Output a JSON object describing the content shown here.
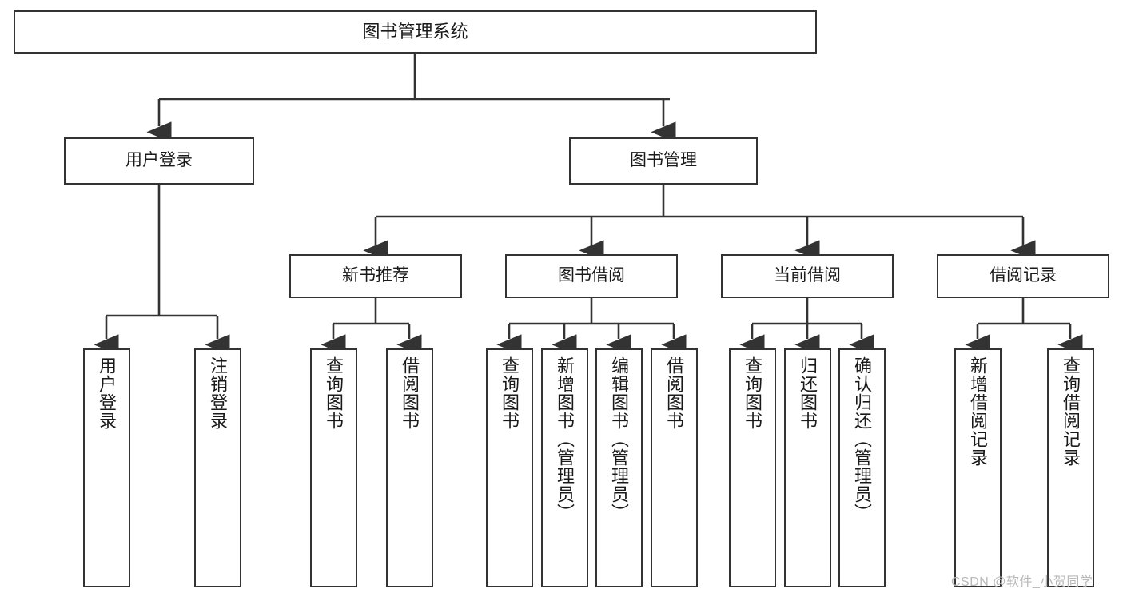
{
  "diagram": {
    "title": "图书管理系统",
    "type": "hierarchy-tree",
    "watermark": "CSDN @软件_小贺同学",
    "colors": {
      "box_border": "#333333",
      "box_fill": "#ffffff",
      "edge": "#333333",
      "text": "#1a1a1a",
      "watermark": "#b9b9b9"
    },
    "levels": {
      "root": [
        "图书管理系统"
      ],
      "level2": [
        "用户登录",
        "图书管理"
      ],
      "level3": [
        "新书推荐",
        "图书借阅",
        "当前借阅",
        "借阅记录"
      ],
      "leaves": [
        "用户登录",
        "注销登录",
        "查询图书",
        "借阅图书",
        "查询图书",
        "新增图书（管理员）",
        "编辑图书（管理员）",
        "借阅图书",
        "查询图书",
        "归还图书",
        "确认归还（管理员）",
        "新增借阅记录",
        "查询借阅记录"
      ]
    },
    "nodes": {
      "root": {
        "label": "图书管理系统"
      },
      "user_login": {
        "label": "用户登录"
      },
      "book_manage": {
        "label": "图书管理"
      },
      "new_book_rec": {
        "label": "新书推荐"
      },
      "book_borrow": {
        "label": "图书借阅"
      },
      "current_borrow": {
        "label": "当前借阅"
      },
      "borrow_record": {
        "label": "借阅记录"
      },
      "leaf_user_login": {
        "label": "用户登录"
      },
      "leaf_user_logout": {
        "label": "注销登录"
      },
      "leaf_query_book_a": {
        "label": "查询图书"
      },
      "leaf_borrow_book_a": {
        "label": "借阅图书"
      },
      "leaf_query_book_b": {
        "label": "查询图书"
      },
      "leaf_add_book": {
        "label": "新增图书（管理员）"
      },
      "leaf_edit_book": {
        "label": "编辑图书（管理员）"
      },
      "leaf_borrow_book_b": {
        "label": "借阅图书"
      },
      "leaf_query_book_c": {
        "label": "查询图书"
      },
      "leaf_return_book": {
        "label": "归还图书"
      },
      "leaf_confirm_return": {
        "label": "确认归还（管理员）"
      },
      "leaf_add_record": {
        "label": "新增借阅记录"
      },
      "leaf_query_record": {
        "label": "查询借阅记录"
      }
    }
  }
}
